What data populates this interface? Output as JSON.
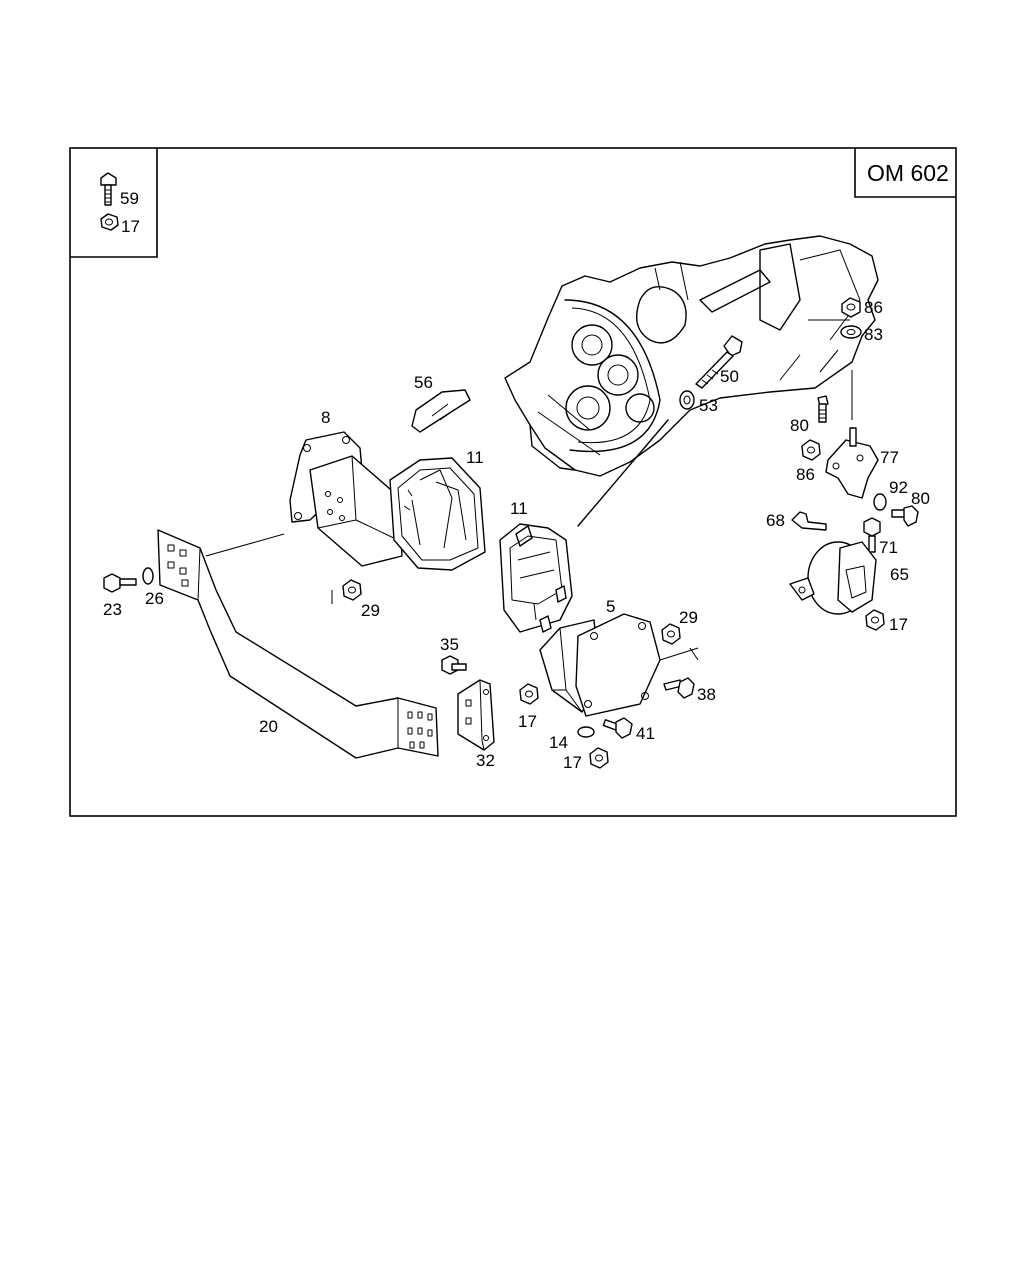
{
  "engine_code": "OM 602",
  "legend": {
    "bolt_number": "59",
    "nut_number": "17"
  },
  "callouts": {
    "c86a": "86",
    "c83": "83",
    "c50": "50",
    "c53": "53",
    "c56": "56",
    "c8": "8",
    "c11a": "11",
    "c11b": "11",
    "c80a": "80",
    "c86b": "86",
    "c77": "77",
    "c92": "92",
    "c80b": "80",
    "c68": "68",
    "c71": "71",
    "c65": "65",
    "c17a": "17",
    "c5": "5",
    "c29a": "29",
    "c29b": "29",
    "c23": "23",
    "c26": "26",
    "c35": "35",
    "c38": "38",
    "c17b": "17",
    "c20": "20",
    "c41": "41",
    "c14": "14",
    "c32": "32",
    "c17c": "17"
  }
}
